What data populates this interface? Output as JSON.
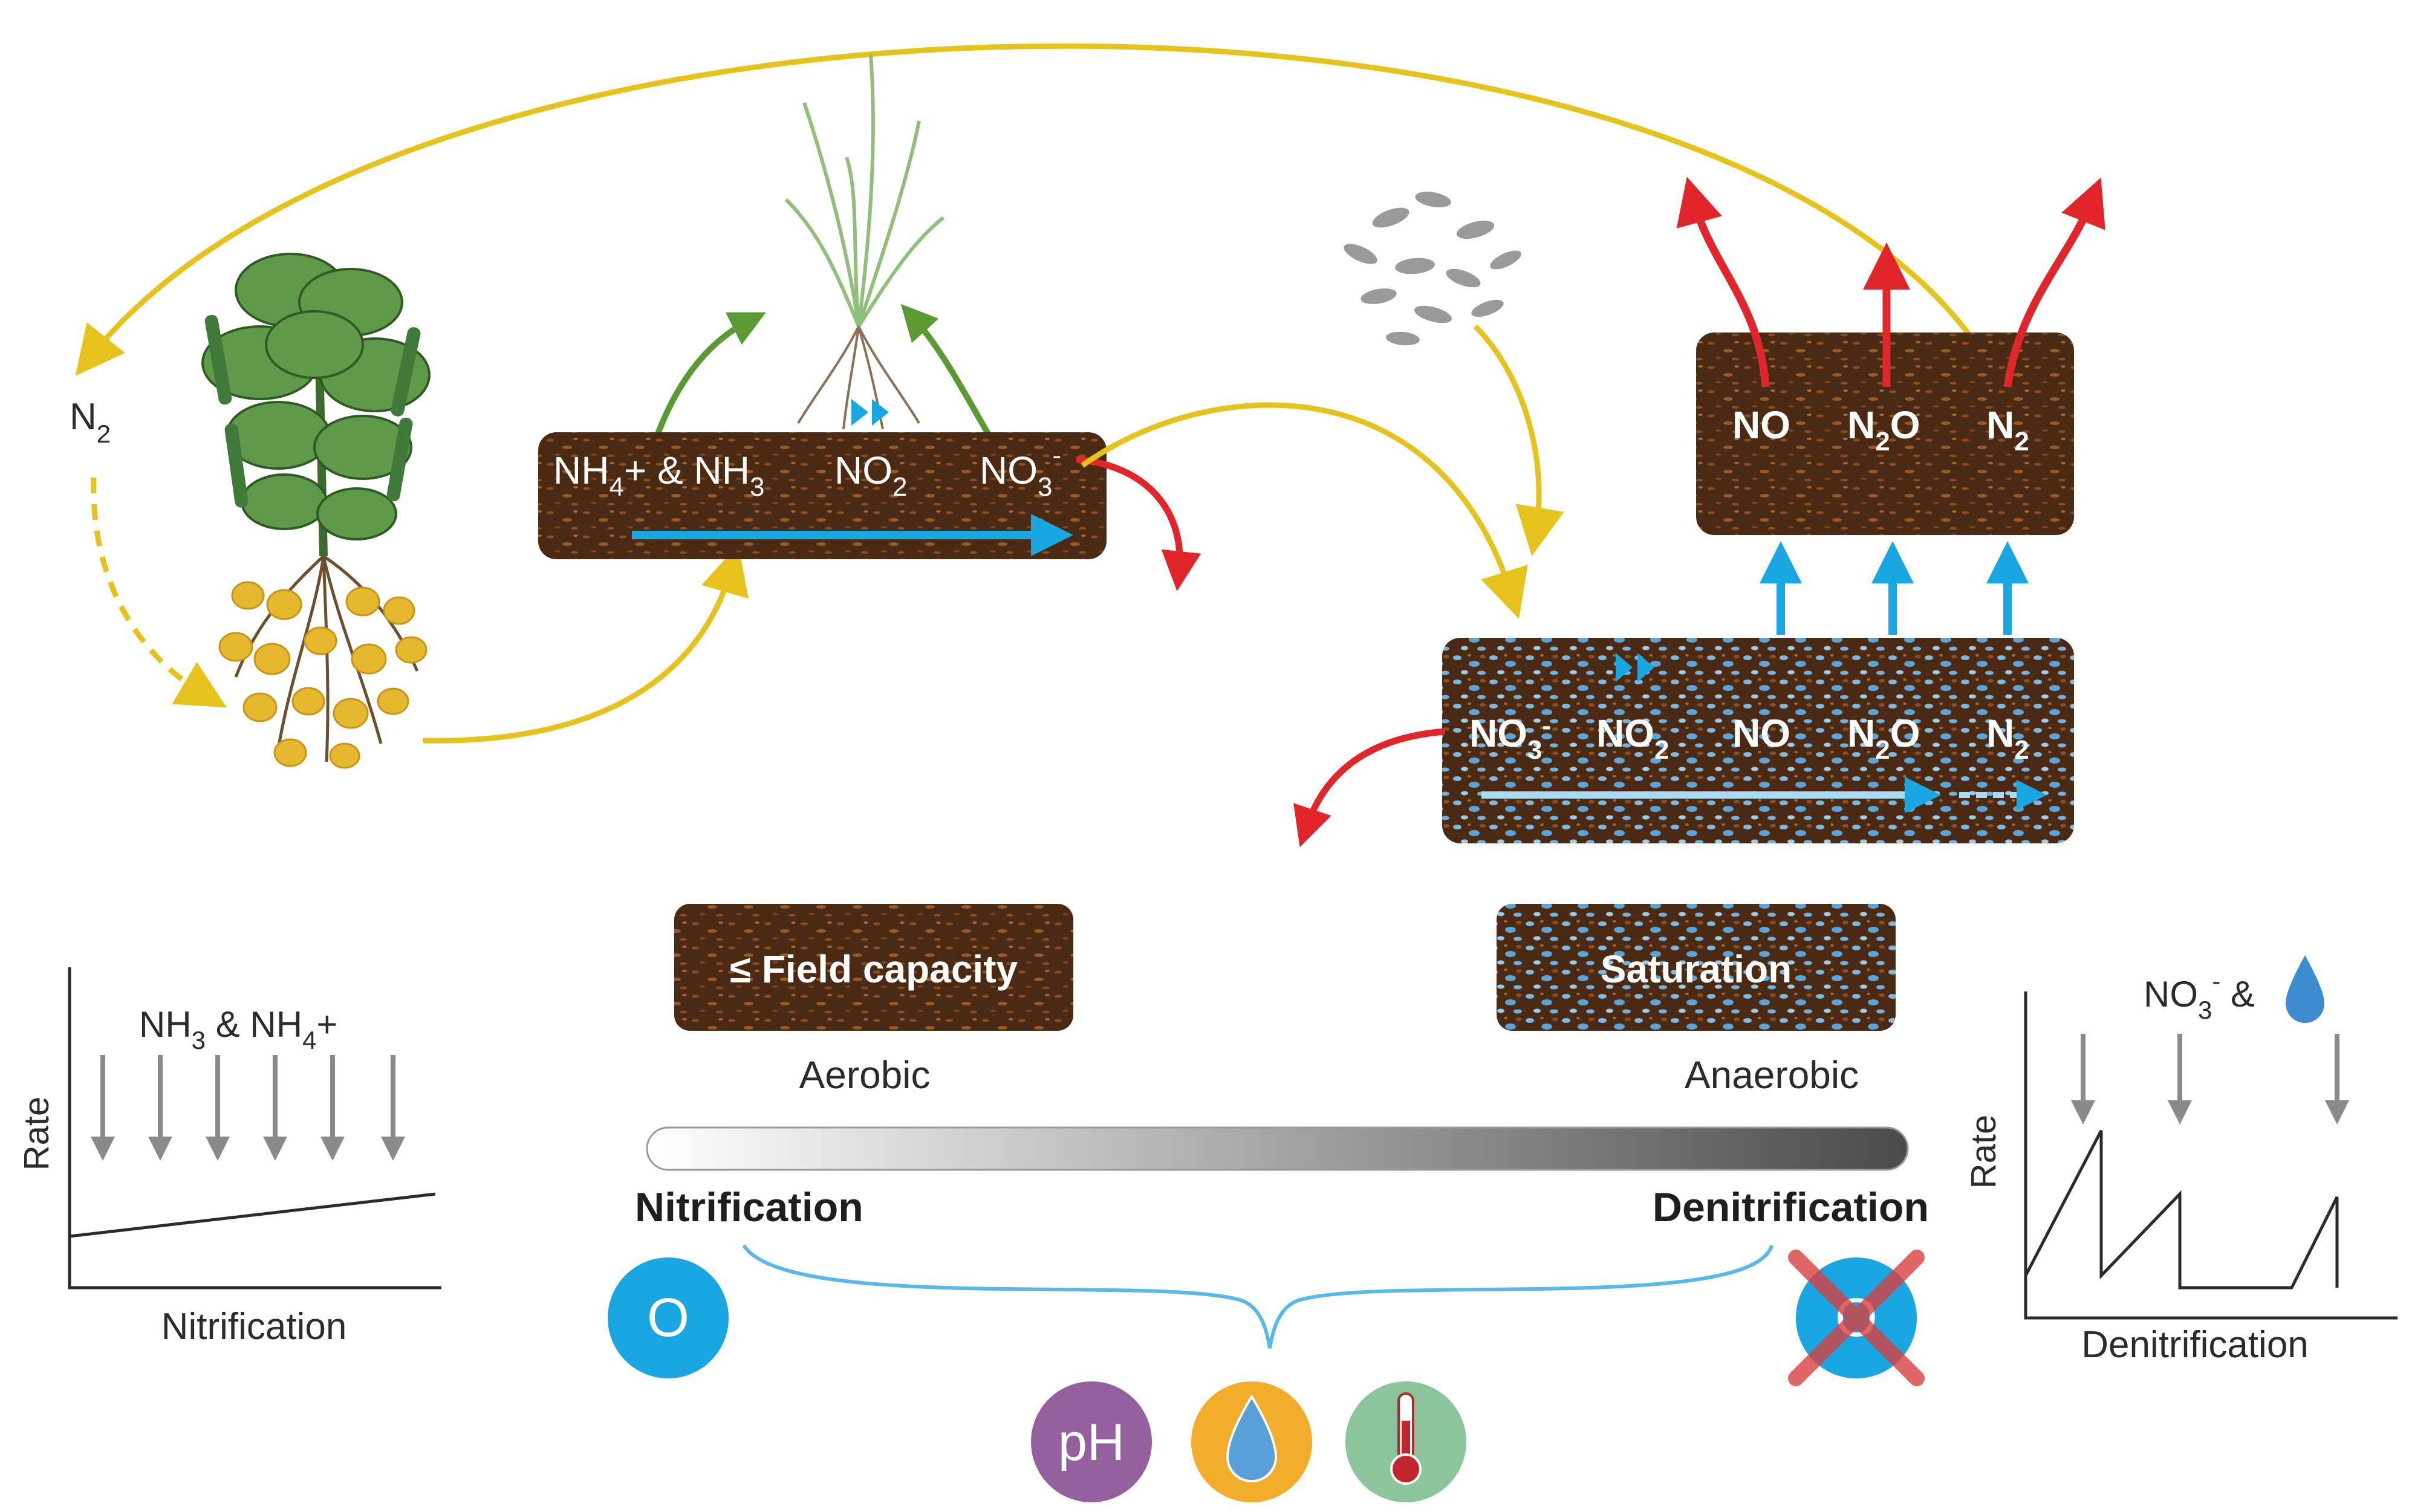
{
  "n_fixation": {
    "n2": "N",
    "n2_sub": "2"
  },
  "nitrification_box": {
    "nh4": "NH",
    "nh4_sub": "4",
    "nh4_rest": "+ & NH",
    "nh3_sub": "3",
    "no2": "NO",
    "no2_sub": "2",
    "no3": "NO",
    "no3_sub": "3",
    "no3_sup": "-"
  },
  "saturated_box": {
    "no3": "NO",
    "no3_sub": "3",
    "no3_sup": "-",
    "no2": "NO",
    "no2_sub": "2",
    "no": "NO",
    "n2o_a": "N",
    "n2o_sub": "2",
    "n2o_b": "O",
    "n2": "N",
    "n2_sub": "2"
  },
  "emission_box": {
    "no": "NO",
    "n2o_a": "N",
    "n2o_sub": "2",
    "n2o_b": "O",
    "n2": "N",
    "n2_sub": "2"
  },
  "conditions": {
    "field_capacity": "≤ Field capacity",
    "saturation": "Saturation",
    "aerobic": "Aerobic",
    "anaerobic": "Anaerobic",
    "nitrification": "Nitrification",
    "denitrification": "Denitrification"
  },
  "factors": {
    "oxygen": "O",
    "ph": "pH"
  },
  "left_graph": {
    "ylabel": "Rate",
    "xlabel": "Nitrification",
    "inputs": "NH",
    "inputs_sub1": "3",
    "inputs_mid": " & NH",
    "inputs_sub2": "4",
    "inputs_end": "+"
  },
  "right_graph": {
    "ylabel": "Rate",
    "xlabel": "Denitrification",
    "inputs": "NO",
    "inputs_sub": "3",
    "inputs_sup": "-",
    "inputs_end": " &"
  },
  "colors": {
    "soil": "#4a2a12",
    "yellow": "#e6c21c",
    "red": "#e0262b",
    "blue": "#1aa6e0",
    "green": "#5a9a32",
    "purple": "#94619e",
    "orange": "#f4ad2a",
    "mint": "#8cc49c"
  }
}
